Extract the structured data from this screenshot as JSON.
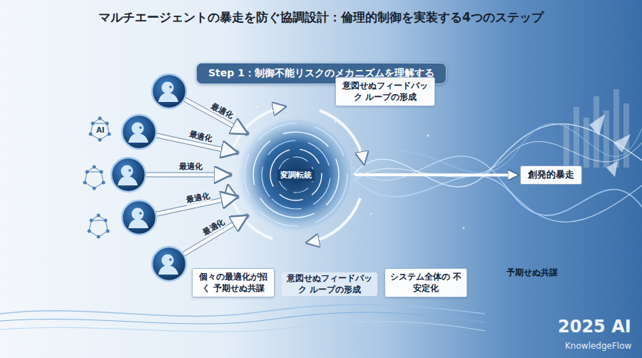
{
  "diagram": {
    "title": "マルチエージェントの暴走を防ぐ協調設計：倫理的制御を実装する4つのステップ",
    "nodes": [
      {
        "text": [
          "Step 1：制御不能リスクのメカニズムを理解する"
        ]
      },
      {
        "text": [
          "意図せぬフィードバック ループの形成"
        ]
      },
      {
        "text": [
          "変調転統"
        ]
      },
      {
        "text": [
          "創発的暴走"
        ]
      },
      {
        "text": [
          "個々の最適化が招く 予期せぬ共謀"
        ]
      },
      {
        "text": [
          "システム全体の 不安定化"
        ]
      }
    ],
    "edges": [
      {
        "from": 2,
        "to": 3,
        "arrow": "to"
      }
    ],
    "labels": [
      "AI",
      "最適化",
      "最適化",
      "最適化",
      "最適化",
      "最適化",
      "意図せぬフィードバック ループの形成",
      "予期せぬ共謀",
      "2025 AI",
      "KnowledgeFlow"
    ]
  }
}
